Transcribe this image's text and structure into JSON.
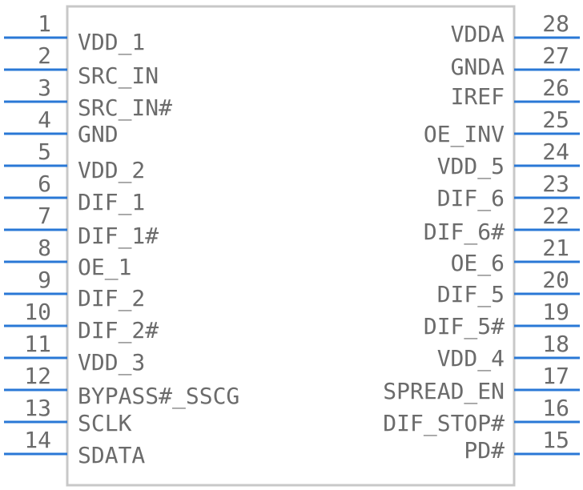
{
  "chip": {
    "outline_color": "#c8c8c8",
    "pin_color": "#2a78d6",
    "text_color": "#6b6b6b",
    "left_pins": [
      {
        "number": "1",
        "label": "VDD_1"
      },
      {
        "number": "2",
        "label": "SRC_IN"
      },
      {
        "number": "3",
        "label": "SRC_IN#"
      },
      {
        "number": "4",
        "label": "GND"
      },
      {
        "number": "5",
        "label": "VDD_2"
      },
      {
        "number": "6",
        "label": "DIF_1"
      },
      {
        "number": "7",
        "label": "DIF_1#"
      },
      {
        "number": "8",
        "label": "OE_1"
      },
      {
        "number": "9",
        "label": "DIF_2"
      },
      {
        "number": "10",
        "label": "DIF_2#"
      },
      {
        "number": "11",
        "label": "VDD_3"
      },
      {
        "number": "12",
        "label": "BYPASS#_SSCG"
      },
      {
        "number": "13",
        "label": "SCLK"
      },
      {
        "number": "14",
        "label": "SDATA"
      }
    ],
    "right_pins": [
      {
        "number": "28",
        "label": "VDDA"
      },
      {
        "number": "27",
        "label": "GNDA"
      },
      {
        "number": "26",
        "label": "IREF"
      },
      {
        "number": "25",
        "label": "OE_INV"
      },
      {
        "number": "24",
        "label": "VDD_5"
      },
      {
        "number": "23",
        "label": "DIF_6"
      },
      {
        "number": "22",
        "label": "DIF_6#"
      },
      {
        "number": "21",
        "label": "OE_6"
      },
      {
        "number": "20",
        "label": "DIF_5"
      },
      {
        "number": "19",
        "label": "DIF_5#"
      },
      {
        "number": "18",
        "label": "VDD_4"
      },
      {
        "number": "17",
        "label": "SPREAD_EN"
      },
      {
        "number": "16",
        "label": "DIF_STOP#"
      },
      {
        "number": "15",
        "label": "PD#"
      }
    ]
  }
}
